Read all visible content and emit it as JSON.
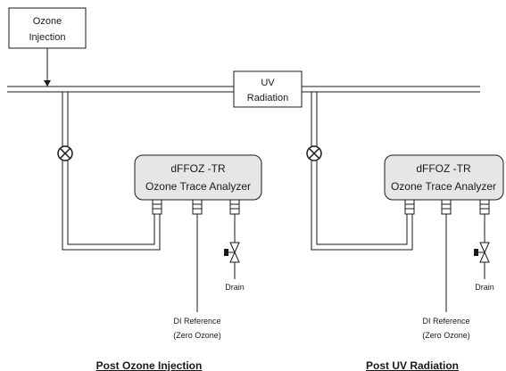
{
  "inputs": {
    "ozone_injection": {
      "line1": "Ozone",
      "line2": "Injection"
    },
    "uv_radiation": {
      "line1": "UV",
      "line2": "Radiation"
    }
  },
  "panels": [
    {
      "analyzer_line1": "dFFOZ -TR",
      "analyzer_line2": "Ozone Trace Analyzer",
      "drain": "Drain",
      "reference_line1": "DI Reference",
      "reference_line2": "(Zero Ozone)",
      "caption": "Post Ozone Injection"
    },
    {
      "analyzer_line1": "dFFOZ -TR",
      "analyzer_line2": "Ozone Trace Analyzer",
      "drain": "Drain",
      "reference_line1": "DI Reference",
      "reference_line2": "(Zero Ozone)",
      "caption": "Post UV Radiation"
    }
  ]
}
